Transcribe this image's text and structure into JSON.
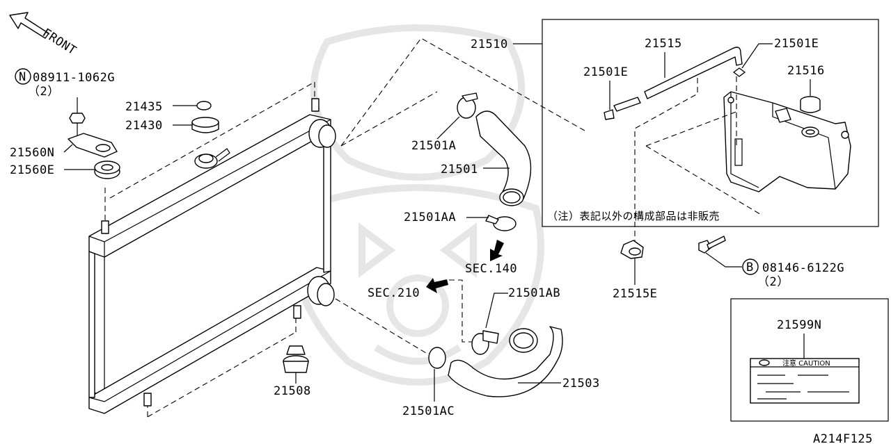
{
  "diagram": {
    "front_label": "FRONT",
    "figure_code": "A214F125",
    "note_jp": "（注）表記以外の構成部品は非販売",
    "labels": {
      "p08911": "08911-1062G",
      "p08911_qty": "（2）",
      "p08146": "08146-6122G",
      "p08146_qty": "（2）",
      "p21435": "21435",
      "p21430": "21430",
      "p21560N": "21560N",
      "p21560E": "21560E",
      "p21510": "21510",
      "p21515": "21515",
      "p21501E_a": "21501E",
      "p21501E_b": "21501E",
      "p21516": "21516",
      "p21501A": "21501A",
      "p21501": "21501",
      "p21501AA": "21501AA",
      "sec140": "SEC.140",
      "sec210": "SEC.210",
      "p21501AB": "21501AB",
      "p21503": "21503",
      "p21501AC": "21501AC",
      "p21508": "21508",
      "p21515E": "21515E",
      "p21599N": "21599N",
      "caution_text": "注意  CAUTION"
    },
    "markers": {
      "n_marker": "N",
      "b_marker": "B"
    }
  }
}
